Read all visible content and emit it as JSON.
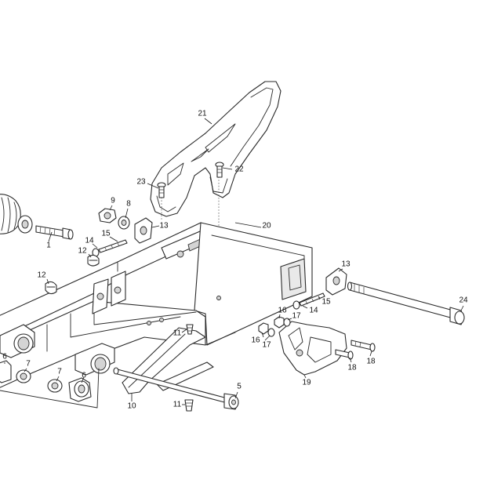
{
  "callouts": [
    {
      "id": "c1",
      "text": "1"
    },
    {
      "id": "c5",
      "text": "5"
    },
    {
      "id": "c6a",
      "text": "6"
    },
    {
      "id": "c6b",
      "text": "6"
    },
    {
      "id": "c7a",
      "text": "7"
    },
    {
      "id": "c7b",
      "text": "7"
    },
    {
      "id": "c8",
      "text": "8"
    },
    {
      "id": "c9",
      "text": "9"
    },
    {
      "id": "c10",
      "text": "10"
    },
    {
      "id": "c11a",
      "text": "11"
    },
    {
      "id": "c11b",
      "text": "11"
    },
    {
      "id": "c12a",
      "text": "12"
    },
    {
      "id": "c12b",
      "text": "12"
    },
    {
      "id": "c13a",
      "text": "13"
    },
    {
      "id": "c13b",
      "text": "13"
    },
    {
      "id": "c14a",
      "text": "14"
    },
    {
      "id": "c14b",
      "text": "14"
    },
    {
      "id": "c15a",
      "text": "15"
    },
    {
      "id": "c15b",
      "text": "15"
    },
    {
      "id": "c16a",
      "text": "16"
    },
    {
      "id": "c16b",
      "text": "16"
    },
    {
      "id": "c17a",
      "text": "17"
    },
    {
      "id": "c17b",
      "text": "17"
    },
    {
      "id": "c18a",
      "text": "18"
    },
    {
      "id": "c18b",
      "text": "18"
    },
    {
      "id": "c19",
      "text": "19"
    },
    {
      "id": "c20",
      "text": "20"
    },
    {
      "id": "c21",
      "text": "21"
    },
    {
      "id": "c22",
      "text": "22"
    },
    {
      "id": "c23",
      "text": "23"
    },
    {
      "id": "c24",
      "text": "24"
    }
  ],
  "colors": {
    "line": "#2a2a2a",
    "fill": "#ffffff",
    "shade": "#e9e9e9"
  }
}
